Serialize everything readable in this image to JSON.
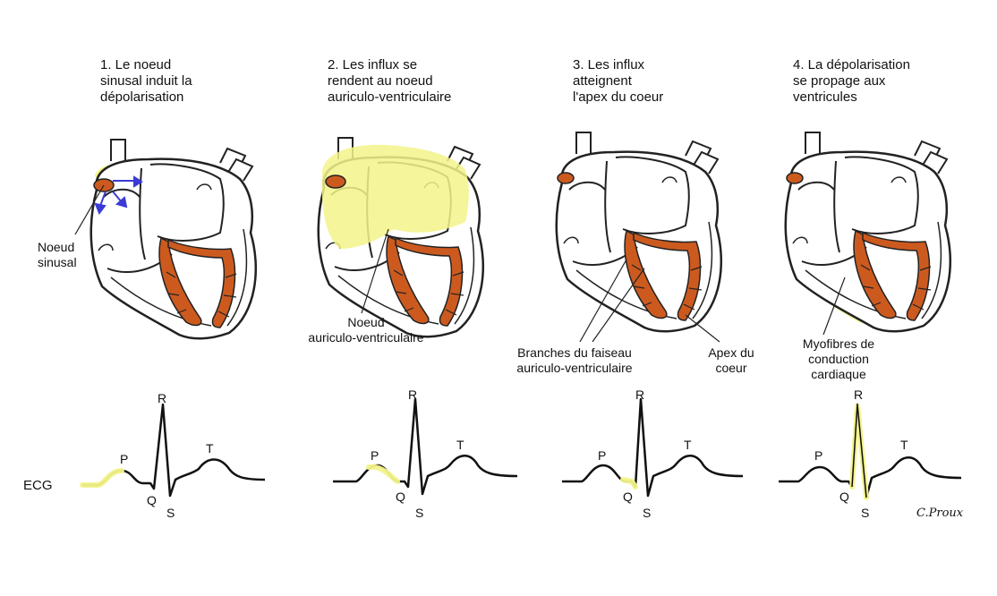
{
  "panels": [
    {
      "title": "1. Le noeud\nsinusal induit la\ndépolarisation",
      "labels": [
        "Noeud\nsinusal"
      ]
    },
    {
      "title": "2. Les influx se\nrendent au noeud\nauriculo-ventriculaire",
      "labels": [
        "Noeud\nauriculo-ventriculaire"
      ]
    },
    {
      "title": "3. Les influx\natteignent\nl'apex du coeur",
      "labels": [
        "Branches du faiseau\nauriculo-ventriculaire",
        "Apex du\ncoeur"
      ]
    },
    {
      "title": "4. La dépolarisation\nse propage aux\nventricules",
      "labels": [
        "Myofibres de\nconduction\ncardiaque"
      ]
    }
  ],
  "ecg": {
    "label": "ECG",
    "waves": {
      "p": "P",
      "q": "Q",
      "r": "R",
      "s": "S",
      "t": "T"
    }
  },
  "signature": "C.Proux",
  "colors": {
    "highlight": "#f3f38a",
    "conduction": "#cc5a1f",
    "outline": "#222222",
    "arrow": "#3a3ad6"
  }
}
